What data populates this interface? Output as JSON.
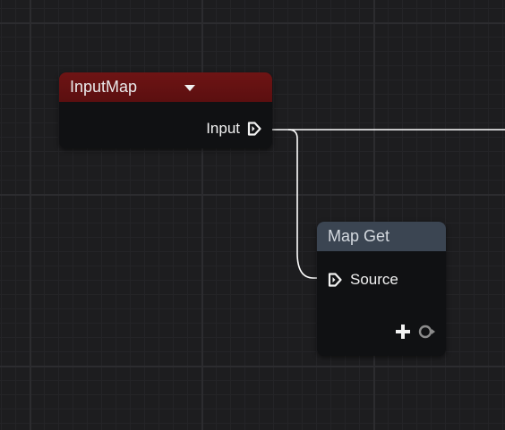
{
  "graph": {
    "nodes": [
      {
        "title": "InputMap",
        "header_color": "#6b1414",
        "outputs": [
          {
            "label": "Input"
          }
        ]
      },
      {
        "title": "Map Get",
        "header_color": "#3b4552",
        "inputs": [
          {
            "label": "Source"
          }
        ]
      }
    ],
    "wire_color": "#ffffff"
  },
  "icons": {
    "dropdown": "chevron-down-icon",
    "exec_pin": "exec-pin-icon",
    "add": "plus-icon",
    "add_pin": "add-pin-icon"
  }
}
